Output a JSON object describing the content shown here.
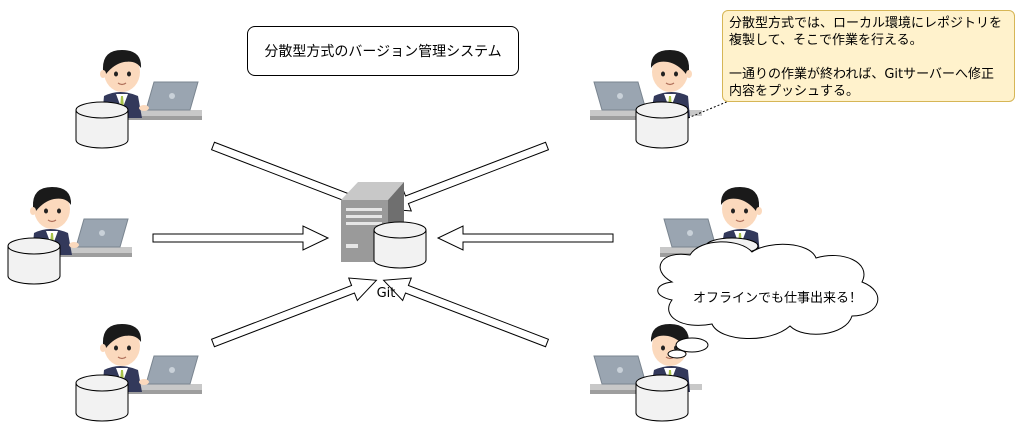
{
  "title": "分散型方式のバージョン管理システム",
  "note": {
    "line1": "分散型方式では、ローカル環境にレポジトリを",
    "line2": "複製して、そこで作業を行える。",
    "line3": "一通りの作業が終われば、Gitサーバーへ修正",
    "line4": "内容をプッシュする。"
  },
  "server_label": "Git",
  "cloud_text": "オフラインでも仕事出来る！",
  "colors": {
    "note_fill": "#fff2cc",
    "note_border": "#d6b656",
    "skin": "#fbd9bd",
    "hair": "#1a1a1a",
    "suit": "#33395b",
    "tie": "#a8c24a",
    "laptop": "#9aa5b1",
    "cylinder": "#f2f2f2",
    "server": "#8f8f8f"
  }
}
